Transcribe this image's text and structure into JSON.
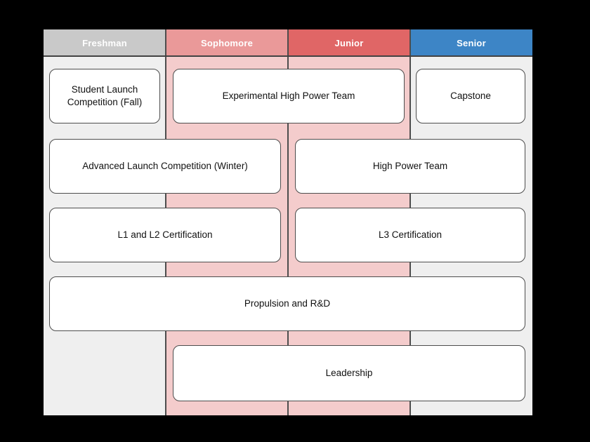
{
  "diagram": {
    "columns": [
      {
        "label": "Freshman",
        "header_color": "#c9c9c9",
        "band_color": "#efefef"
      },
      {
        "label": "Sophomore",
        "header_color": "#ea9999",
        "band_color": "#f4cccc"
      },
      {
        "label": "Junior",
        "header_color": "#e06666",
        "band_color": "#f4cccc"
      },
      {
        "label": "Senior",
        "header_color": "#3d85c6",
        "band_color": "#efefef"
      }
    ],
    "boxes": [
      {
        "label": "Student Launch Competition (Fall)",
        "span": "Freshman"
      },
      {
        "label": "Experimental High Power Team",
        "span": "Sophomore-Junior"
      },
      {
        "label": "Capstone",
        "span": "Senior"
      },
      {
        "label": "Advanced Launch Competition (Winter)",
        "span": "Freshman-Sophomore"
      },
      {
        "label": "High Power Team",
        "span": "Junior-Senior"
      },
      {
        "label": "L1 and L2 Certification",
        "span": "Freshman-Sophomore"
      },
      {
        "label": "L3 Certification",
        "span": "Junior-Senior"
      },
      {
        "label": "Propulsion and R&D",
        "span": "Freshman-Senior"
      },
      {
        "label": "Leadership",
        "span": "Sophomore-Senior"
      }
    ]
  }
}
